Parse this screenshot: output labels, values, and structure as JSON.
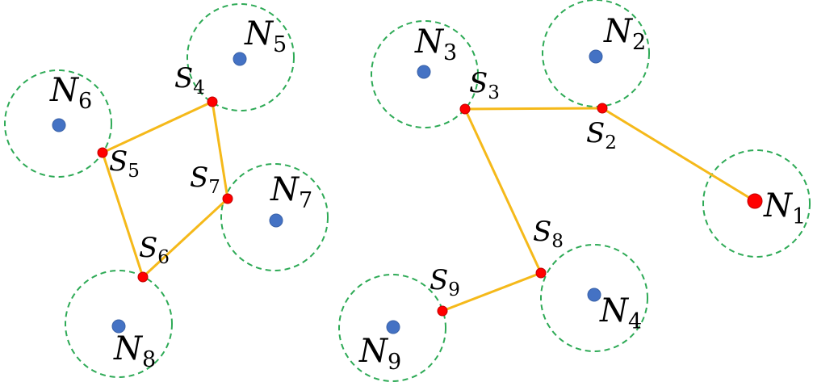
{
  "colors": {
    "range_circle": "#2eaa56",
    "node_fill": "#4472c4",
    "relay_fill": "#ff0000",
    "link": "#f5b91a"
  },
  "nodes": [
    {
      "id": "N1",
      "letter": "N",
      "sub": "1"
    },
    {
      "id": "N2",
      "letter": "N",
      "sub": "2"
    },
    {
      "id": "N3",
      "letter": "N",
      "sub": "3"
    },
    {
      "id": "N4",
      "letter": "N",
      "sub": "4"
    },
    {
      "id": "N5",
      "letter": "N",
      "sub": "5"
    },
    {
      "id": "N6",
      "letter": "N",
      "sub": "6"
    },
    {
      "id": "N7",
      "letter": "N",
      "sub": "7"
    },
    {
      "id": "N8",
      "letter": "N",
      "sub": "8"
    },
    {
      "id": "N9",
      "letter": "N",
      "sub": "9"
    }
  ],
  "relays": [
    {
      "id": "S2",
      "letter": "S",
      "sub": "2"
    },
    {
      "id": "S3",
      "letter": "S",
      "sub": "3"
    },
    {
      "id": "S4",
      "letter": "S",
      "sub": "4"
    },
    {
      "id": "S5",
      "letter": "S",
      "sub": "5"
    },
    {
      "id": "S6",
      "letter": "S",
      "sub": "6"
    },
    {
      "id": "S7",
      "letter": "S",
      "sub": "7"
    },
    {
      "id": "S8",
      "letter": "S",
      "sub": "8"
    },
    {
      "id": "S9",
      "letter": "S",
      "sub": "9"
    }
  ],
  "links": [
    [
      "N1",
      "S2"
    ],
    [
      "S2",
      "S3"
    ],
    [
      "S3",
      "S8"
    ],
    [
      "S8",
      "S9"
    ],
    [
      "S4",
      "S5"
    ],
    [
      "S5",
      "S6"
    ],
    [
      "S6",
      "S7"
    ],
    [
      "S7",
      "S4"
    ]
  ]
}
